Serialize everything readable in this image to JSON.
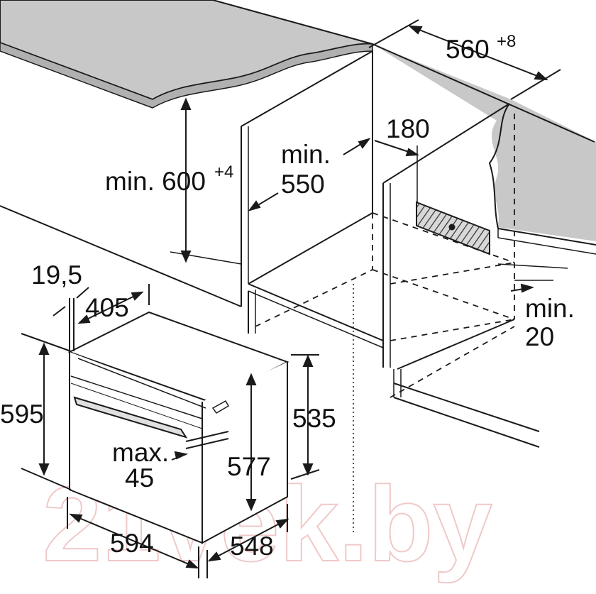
{
  "watermark": "21vek.by",
  "colors": {
    "line": "#1a1a1a",
    "worktop_fill": "#c8c8c8",
    "worktop_edge": "#b0b0b0",
    "watermark": "#f0c8c8",
    "hatch": "#333333"
  },
  "labels": {
    "cabinet_width": {
      "value": "560",
      "tolerance": "+8"
    },
    "socket_offset": "180",
    "niche_height": {
      "value": "min. 600",
      "tolerance": "+4"
    },
    "niche_depth": {
      "line1": "min.",
      "line2": "550"
    },
    "rear_gap": {
      "line1": "min.",
      "line2": "20"
    },
    "panel_thickness": "19,5",
    "door_depth": "405",
    "oven_height": "595",
    "body_height": "535",
    "inner_height": "577",
    "handle_offset": {
      "line1": "max.",
      "line2": "45"
    },
    "oven_width": "594",
    "oven_depth": "548"
  }
}
